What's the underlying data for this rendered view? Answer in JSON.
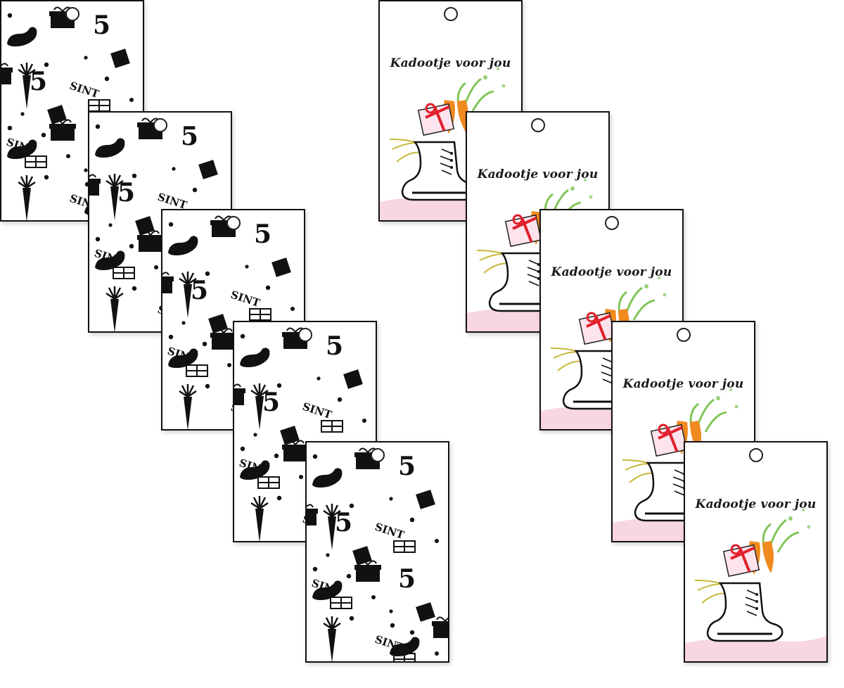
{
  "product": {
    "pattern_text_a": "SINT",
    "pattern_text_b": "5",
    "gift_tag_title": "Kadootje voor jou"
  },
  "pattern_tags": [
    {
      "id": 1
    },
    {
      "id": 2
    },
    {
      "id": 3
    },
    {
      "id": 4
    },
    {
      "id": 5
    }
  ],
  "gift_tags": [
    {
      "id": 1
    },
    {
      "id": 2
    },
    {
      "id": 3
    },
    {
      "id": 4
    },
    {
      "id": 5
    }
  ],
  "colors": {
    "ink": "#111111",
    "carrot": "#f08a1e",
    "ribbon": "#e0202c",
    "pink": "#f6c9d6",
    "leaf": "#6cbb3c"
  }
}
